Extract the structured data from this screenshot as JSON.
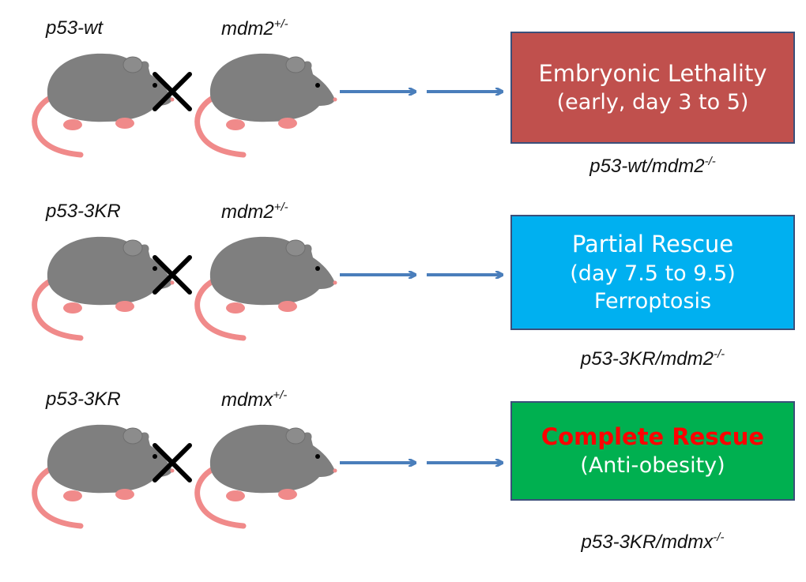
{
  "rows": [
    {
      "parent_a": "p53-wt",
      "parent_b_base": "mdm2",
      "parent_b_sup": "+/-",
      "outcome_line1": "Embryonic Lethality",
      "outcome_line2": "(early, day 3 to 5)",
      "outcome_line3": "",
      "outcome_color": "#c0504d",
      "genotype_base": "p53-wt/mdm2",
      "genotype_sup": "-/-"
    },
    {
      "parent_a": "p53-3KR",
      "parent_b_base": "mdm2",
      "parent_b_sup": "+/-",
      "outcome_line1": "Partial Rescue",
      "outcome_line2": "(day 7.5 to 9.5)",
      "outcome_line3": "Ferroptosis",
      "outcome_color": "#00b0f0",
      "genotype_base": "p53-3KR/mdm2",
      "genotype_sup": "-/-"
    },
    {
      "parent_a": "p53-3KR",
      "parent_b_base": "mdmx",
      "parent_b_sup": "+/-",
      "outcome_line1": "Complete Rescue",
      "outcome_line2": "(Anti-obesity)",
      "outcome_line3": "",
      "outcome_color": "#00b050",
      "outcome_line1_color": "#ff0000",
      "genotype_base": "p53-3KR/mdmx",
      "genotype_sup": "-/-"
    }
  ],
  "colors": {
    "mouse_body": "#7f7f7f",
    "mouse_pink": "#f08a8a",
    "arrow": "#4a7ebb",
    "cross": "#000000"
  },
  "icons": [
    "mouse-icon",
    "cross-icon",
    "arrow-icon"
  ]
}
